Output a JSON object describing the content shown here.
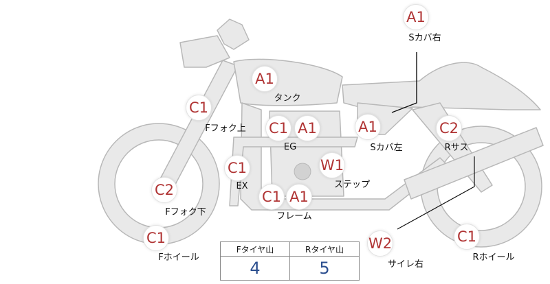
{
  "grades": [
    {
      "id": "s-cover-right-grade",
      "text": "A1"
    },
    {
      "id": "tank-grade",
      "text": "A1"
    },
    {
      "id": "front-fork-upper-grade",
      "text": "C1"
    },
    {
      "id": "engine-grade-1",
      "text": "C1"
    },
    {
      "id": "engine-grade-2",
      "text": "A1"
    },
    {
      "id": "s-cover-left-grade",
      "text": "A1"
    },
    {
      "id": "rear-suspension-grade",
      "text": "C2"
    },
    {
      "id": "exhaust-grade",
      "text": "C1"
    },
    {
      "id": "step-grade",
      "text": "W1"
    },
    {
      "id": "front-fork-lower-grade",
      "text": "C2"
    },
    {
      "id": "frame-grade-1",
      "text": "C1"
    },
    {
      "id": "frame-grade-2",
      "text": "A1"
    },
    {
      "id": "front-wheel-grade",
      "text": "C1"
    },
    {
      "id": "silencer-right-grade",
      "text": "W2"
    },
    {
      "id": "rear-wheel-grade",
      "text": "C1"
    }
  ],
  "labels": {
    "s_cover_right": "Sカバ右",
    "tank": "タンク",
    "front_fork_upper": "Fフォク上",
    "engine": "EG",
    "s_cover_left": "Sカバ左",
    "rear_suspension": "Rサス",
    "exhaust": "EX",
    "step": "ステップ",
    "front_fork_lower": "Fフォク下",
    "frame": "フレーム",
    "front_wheel": "Fホイール",
    "silencer_right": "サイレ右",
    "rear_wheel": "Rホイール"
  },
  "tire_table": {
    "front_header": "Fタイヤ山",
    "rear_header": "Rタイヤ山",
    "front_value": "4",
    "rear_value": "5"
  },
  "colors": {
    "silhouette_fill": "#e9e9e9",
    "silhouette_stroke": "#b8b8b8",
    "grade_text": "#b03434",
    "table_value": "#2c4f8f"
  }
}
